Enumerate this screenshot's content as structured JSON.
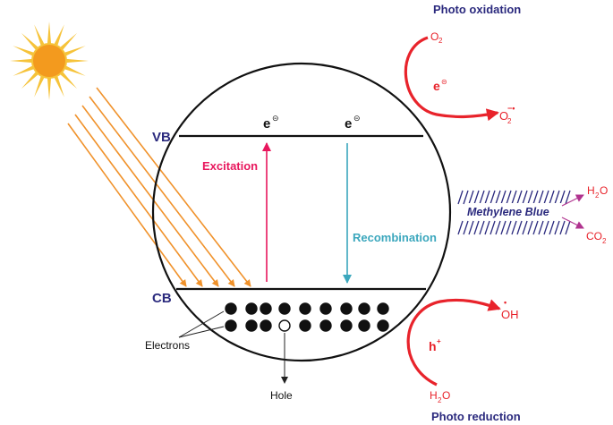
{
  "labels": {
    "vb": "VB",
    "cb": "CB",
    "electron_symbol": "e",
    "minus_sup": "⊝",
    "excitation": "Excitation",
    "recombination": "Recombination",
    "electrons": "Electrons",
    "hole": "Hole",
    "photo_oxidation": "Photo oxidation",
    "photo_reduction": "Photo reduction",
    "o2": "O",
    "o2_sub": "2",
    "o2_radical": "O",
    "o2_radical_sub": "2",
    "o2_radical_sup": "−•",
    "h_plus": "h",
    "h_plus_sup": "+",
    "oh": "OH",
    "oh_dot": "•",
    "h2o_bottom": "H",
    "h2o_bottom_sub": "2",
    "h2o_bottom_o": "O",
    "methylene_blue": "Methylene Blue",
    "h2o_right": "H",
    "h2o_right_sub": "2",
    "h2o_right_o": "O",
    "co2": "CO",
    "co2_sub": "2"
  },
  "colors": {
    "navy": "#2b2a7e",
    "red": "#e8232b",
    "pink": "#e8175d",
    "teal": "#3ba7bd",
    "orange": "#f0922b",
    "sun_core": "#f39a1e",
    "sun_rays": "#f6c33a",
    "magenta": "#b0338f"
  },
  "icons": {
    "sun": "sun-icon"
  }
}
